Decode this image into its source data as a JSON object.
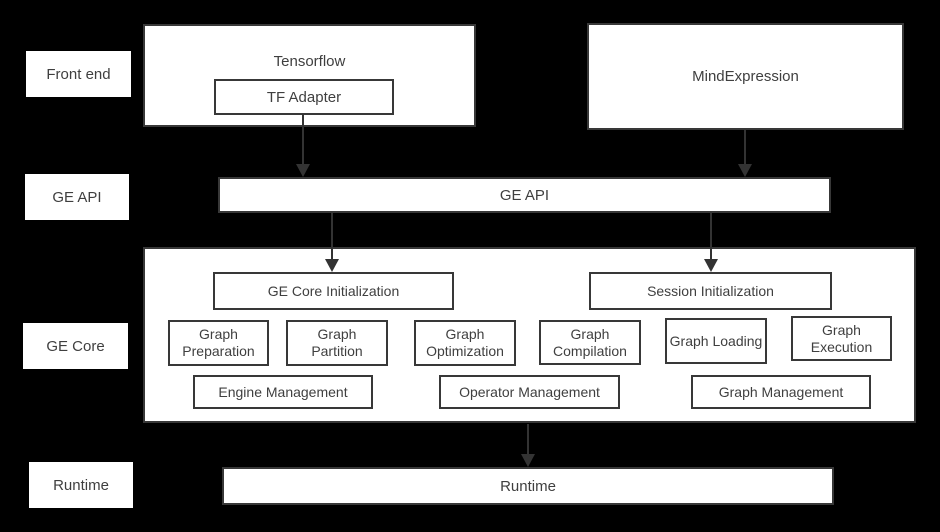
{
  "side_labels": {
    "front_end": "Front end",
    "ge_api": "GE API",
    "ge_core": "GE Core",
    "runtime": "Runtime"
  },
  "front_end": {
    "tensorflow_title": "Tensorflow",
    "tf_adapter": "TF Adapter",
    "mindexpression": "MindExpression"
  },
  "ge_api_bar": "GE API",
  "ge_core": {
    "initialization": [
      "GE Core Initialization",
      "Session Initialization"
    ],
    "stages": [
      "Graph Preparation",
      "Graph Partition",
      "Graph Optimization",
      "Graph Compilation",
      "Graph Loading",
      "Graph Execution"
    ],
    "management": [
      "Engine Management",
      "Operator Management",
      "Graph Management"
    ]
  },
  "runtime_bar": "Runtime",
  "colors": {
    "background": "#000000",
    "box_fill": "#ffffff",
    "box_border": "#383838",
    "text": "#3f3f3f",
    "arrow": "#333333"
  }
}
